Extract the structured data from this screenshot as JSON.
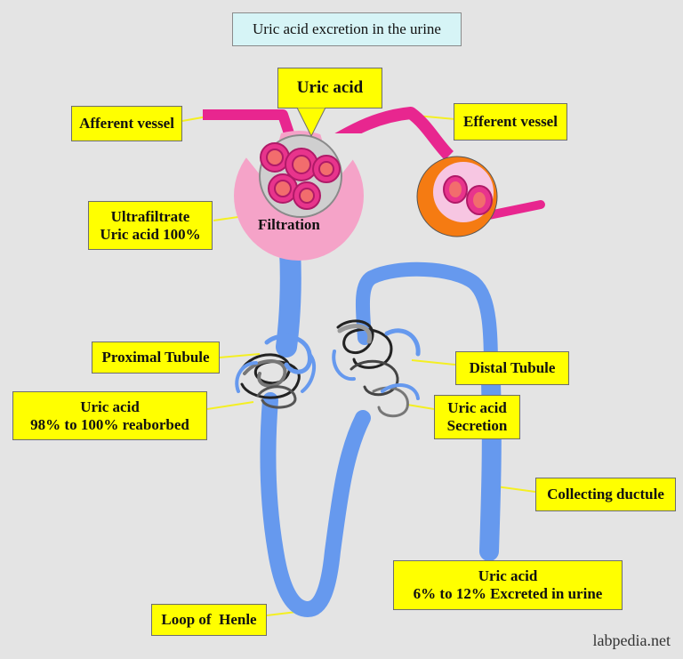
{
  "title": "Uric acid excretion in the urine",
  "labels": {
    "uric_acid_top": "Uric acid",
    "afferent": "Afferent vessel",
    "efferent": "Efferent vessel",
    "ultrafiltrate": [
      "Ultrafiltrate",
      "Uric acid 100%"
    ],
    "filtration": "Filtration",
    "proximal": "Proximal Tubule",
    "reabsorbed": [
      "Uric acid",
      "98% to 100% reaborbed"
    ],
    "distal": "Distal Tubule",
    "secretion": [
      "Uric acid",
      "Secretion"
    ],
    "collecting": "Collecting ductule",
    "excreted": [
      "Uric acid",
      "6% to 12% Excreted in urine"
    ],
    "loop": "Loop of  Henle"
  },
  "watermark": "labpedia.net",
  "colors": {
    "background": "#e4e4e4",
    "title_fill": "#d6f4f6",
    "label_fill": "#ffff00",
    "vessel": "#e8268f",
    "capsule": "#f5a3c8",
    "tubule": "#6699ee",
    "efferent_ring": "#f57b12",
    "cell": "#e8348c"
  }
}
